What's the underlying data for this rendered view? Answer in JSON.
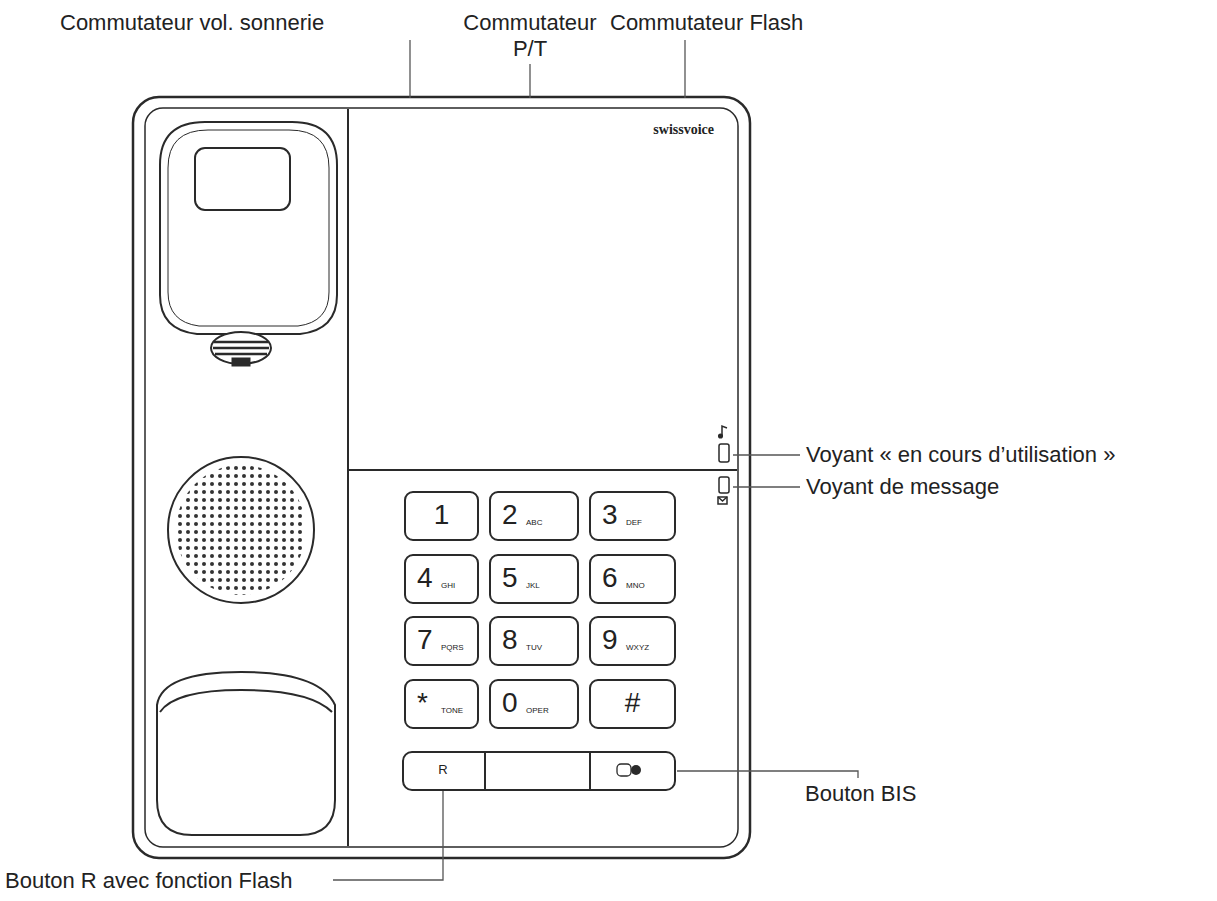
{
  "diagram": {
    "labels": [
      "Commutateur vol. sonnerie",
      "Commutateur P/T",
      "Commutateur Flash",
      "swissvoice",
      "Voyant « en cours d’utilisation »",
      "Voyant de message",
      "1",
      "2",
      "ABC",
      "3",
      "DEF",
      "4",
      "GHI",
      "5",
      "JKL",
      "6",
      "MNO",
      "7",
      "PQRS",
      "8",
      "TUV",
      "9",
      "WXYZ",
      "*",
      "TONE",
      "0",
      "OPER",
      "#",
      "R",
      "Bouton BIS",
      "Bouton R avec fonction Flash"
    ]
  }
}
